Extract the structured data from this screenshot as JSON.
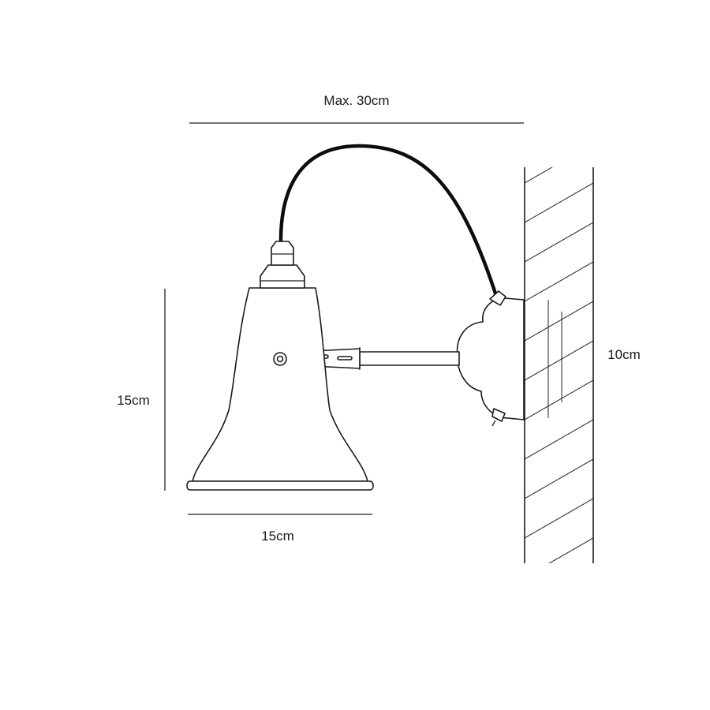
{
  "dimensions": {
    "max_width": "Max. 30cm",
    "shade_height": "15cm",
    "shade_width": "15cm",
    "wall_plate_height": "10cm"
  },
  "colors": {
    "line": "#1a1a1a",
    "cable": "#0d0d0d",
    "background": "#ffffff"
  }
}
